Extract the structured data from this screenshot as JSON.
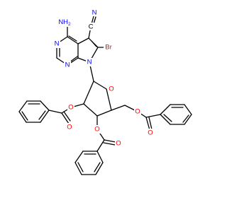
{
  "molecule": {
    "labels": {
      "amino": "NH",
      "amino_sub": "2",
      "nitrile_c": "C",
      "nitrile_n": "N",
      "bromine": "Br",
      "ring_n1": "N",
      "ring_n2": "N",
      "ring_n7": "N",
      "furan_o": "O",
      "ester_o1": "O",
      "ester_o2": "O",
      "ester_o3": "O",
      "ester_o4": "O",
      "ester_o5": "O",
      "ester_o6": "O"
    },
    "colors": {
      "nitrogen": "#0000ff",
      "oxygen": "#ff0000",
      "bromine": "#a52a2a",
      "carbon": "#000000"
    }
  }
}
